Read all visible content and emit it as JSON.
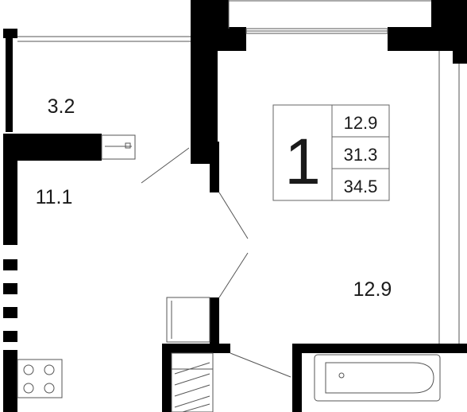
{
  "rooms": [
    {
      "id": "balcony",
      "area": "3.2"
    },
    {
      "id": "kitchen",
      "area": "11.1"
    },
    {
      "id": "living",
      "area": "12.9"
    }
  ],
  "summary": {
    "rooms_count": "1",
    "living_area": "12.9",
    "total_area_no_balcony": "31.3",
    "total_area": "34.5"
  },
  "colors": {
    "wall": "#000000",
    "line": "#555555",
    "background": "#ffffff",
    "text": "#1a1a1a"
  }
}
